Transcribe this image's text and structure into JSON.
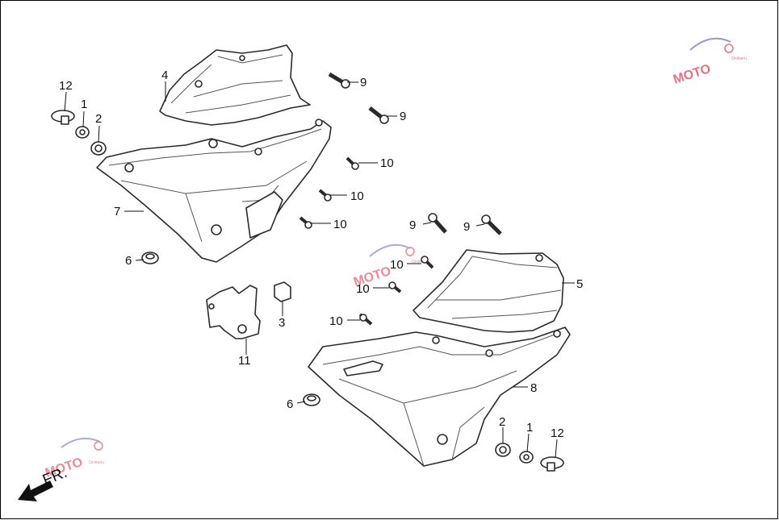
{
  "diagram": {
    "frame_color": "#000000",
    "line_color": "#2a2a2a",
    "callouts": {
      "c12_left": "12",
      "c1_left": "1",
      "c2_left": "2",
      "c4": "4",
      "c9_a": "9",
      "c9_b": "9",
      "c10_a": "10",
      "c10_b": "10",
      "c10_c": "10",
      "c7": "7",
      "c6_left": "6",
      "c3": "3",
      "c11": "11",
      "c9_c": "9",
      "c9_d": "9",
      "c10_d": "10",
      "c10_e": "10",
      "c10_f": "10",
      "c5": "5",
      "c8": "8",
      "c6_right": "6",
      "c2_right": "2",
      "c1_right": "1",
      "c12_right": "12"
    },
    "direction_label": "FR.",
    "watermark": {
      "text": "MOTO",
      "sub": "Onlineru",
      "colors": {
        "red": "#e05a6a",
        "blue": "#8a86c9"
      }
    }
  }
}
